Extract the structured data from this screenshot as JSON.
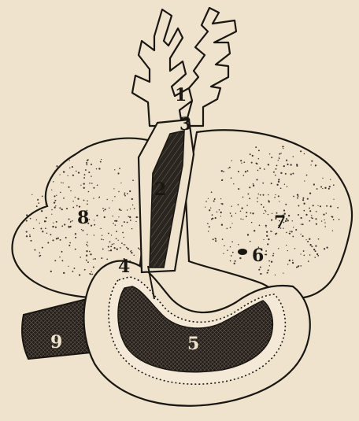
{
  "figure": {
    "colors": {
      "paper": "#efe3cd",
      "ink": "#1a1712",
      "stipple": "#3a342b",
      "dark_fill": "#2b2520"
    },
    "labels": {
      "l1": "1",
      "l2": "2",
      "l3": "3",
      "l4": "4",
      "l5": "5",
      "l6": "6",
      "l7": "7",
      "l8": "8",
      "l9": "9"
    }
  }
}
